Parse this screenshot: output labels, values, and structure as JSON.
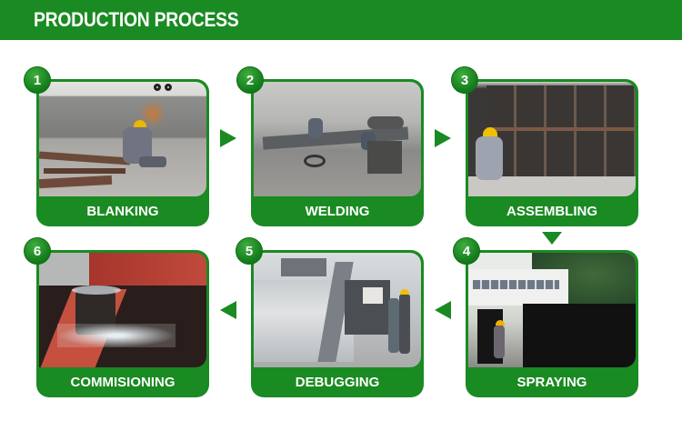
{
  "header": {
    "title": "PRODUCTION PROCESS"
  },
  "colors": {
    "brand_green": "#1a8a22",
    "text": "#ffffff",
    "background": "#ffffff"
  },
  "steps": [
    {
      "number": "1",
      "label": "BLANKING",
      "photo": "worker grinding steel beams with sparks"
    },
    {
      "number": "2",
      "label": "WELDING",
      "photo": "workers welding steel plates in workshop"
    },
    {
      "number": "3",
      "label": "ASSEMBLING",
      "photo": "worker assembling large steel tank frame"
    },
    {
      "number": "4",
      "label": "SPRAYING",
      "photo": "worker spray painting black tank outdoors"
    },
    {
      "number": "5",
      "label": "DEBUGGING",
      "photo": "workers inspecting belt press machine"
    },
    {
      "number": "6",
      "label": "COMMISIONING",
      "photo": "water flowing in red tank"
    }
  ],
  "arrows": [
    {
      "from": "1",
      "to": "2",
      "direction": "right"
    },
    {
      "from": "2",
      "to": "3",
      "direction": "right"
    },
    {
      "from": "3",
      "to": "4",
      "direction": "down"
    },
    {
      "from": "4",
      "to": "5",
      "direction": "left"
    },
    {
      "from": "5",
      "to": "6",
      "direction": "left"
    }
  ]
}
